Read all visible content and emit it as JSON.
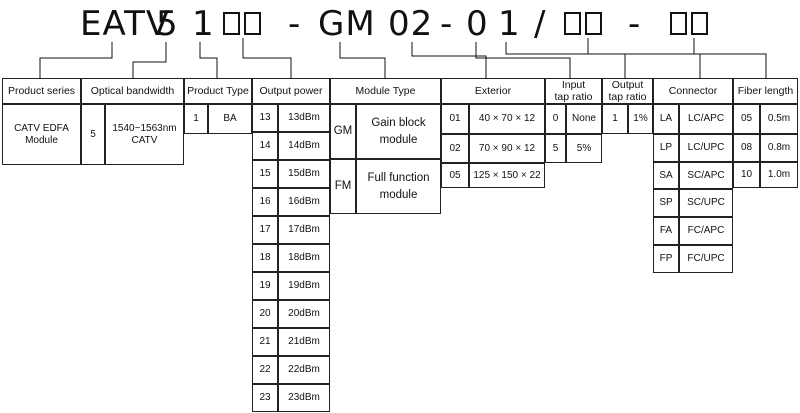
{
  "code": {
    "product_series": "EATV",
    "optical_bandwidth": "5",
    "product_type": "1",
    "output_power_placeholder": "□□",
    "dash1": "-",
    "module_type": "GM",
    "exterior": "02",
    "dash2": "-",
    "input_tap": "0",
    "output_tap": "1",
    "slash": "/",
    "connector_placeholder": "□□",
    "dash3": "-",
    "fiber_length_placeholder": "□□"
  },
  "headers": {
    "product_series": "Product series",
    "optical_bandwidth": "Optical bandwidth",
    "product_type": "Product Type",
    "output_power": "Output power",
    "module_type": "Module Type",
    "exterior": "Exterior",
    "input_tap": "Input\ntap ratio",
    "output_tap": "Output\ntap ratio",
    "connector": "Connector",
    "fiber_length": "Fiber length"
  },
  "product_series": {
    "value": "CATV EDFA\nModule"
  },
  "optical_bandwidth": {
    "code": "5",
    "value": "1540~1563nm\nCATV"
  },
  "product_type": {
    "code": "1",
    "value": "BA"
  },
  "output_power": [
    {
      "code": "13",
      "value": "13dBm"
    },
    {
      "code": "14",
      "value": "14dBm"
    },
    {
      "code": "15",
      "value": "15dBm"
    },
    {
      "code": "16",
      "value": "16dBm"
    },
    {
      "code": "17",
      "value": "17dBm"
    },
    {
      "code": "18",
      "value": "18dBm"
    },
    {
      "code": "19",
      "value": "19dBm"
    },
    {
      "code": "20",
      "value": "20dBm"
    },
    {
      "code": "21",
      "value": "21dBm"
    },
    {
      "code": "22",
      "value": "22dBm"
    },
    {
      "code": "23",
      "value": "23dBm"
    }
  ],
  "module_type": [
    {
      "code": "GM",
      "value": "Gain block\nmodule"
    },
    {
      "code": "FM",
      "value": "Full function\nmodule"
    }
  ],
  "exterior": [
    {
      "code": "01",
      "value": "40 × 70 × 12"
    },
    {
      "code": "02",
      "value": "70 × 90 × 12"
    },
    {
      "code": "05",
      "value": "125 × 150 × 22"
    }
  ],
  "input_tap": [
    {
      "code": "0",
      "value": "None"
    },
    {
      "code": "5",
      "value": "5%"
    }
  ],
  "output_tap": [
    {
      "code": "1",
      "value": "1%"
    }
  ],
  "connector": [
    {
      "code": "LA",
      "value": "LC/APC"
    },
    {
      "code": "LP",
      "value": "LC/UPC"
    },
    {
      "code": "SA",
      "value": "SC/APC"
    },
    {
      "code": "SP",
      "value": "SC/UPC"
    },
    {
      "code": "FA",
      "value": "FC/APC"
    },
    {
      "code": "FP",
      "value": "FC/UPC"
    }
  ],
  "fiber_length": [
    {
      "code": "05",
      "value": "0.5m"
    },
    {
      "code": "08",
      "value": "0.8m"
    },
    {
      "code": "10",
      "value": "1.0m"
    }
  ]
}
